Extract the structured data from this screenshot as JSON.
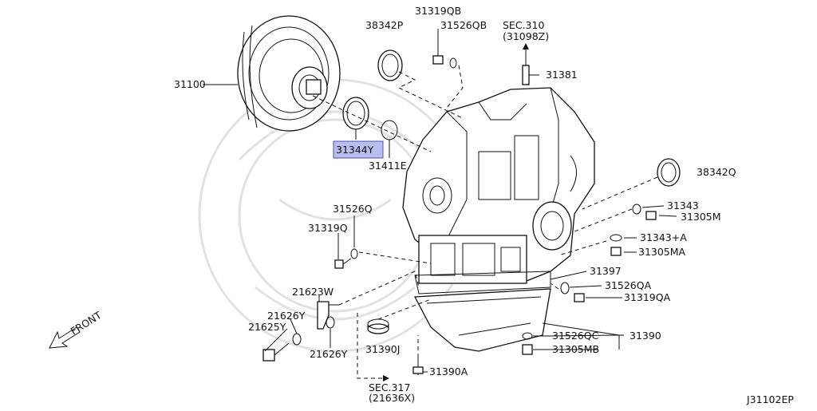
{
  "diagram_id": "J31102EP",
  "front_label": "FRONT",
  "highlight_color": "#b8bef0",
  "labels": {
    "p31100": "31100",
    "p38342P": "38342P",
    "p31319QB": "31319QB",
    "p31526QB": "31526QB",
    "sec310": "SEC.310",
    "sec310_sub": "(31098Z)",
    "p31381": "31381",
    "p31344Y": "31344Y",
    "p31411E": "31411E",
    "p38342Q": "38342Q",
    "p31343": "31343",
    "p31305M": "31305M",
    "p31526Q": "31526Q",
    "p31319Q": "31319Q",
    "p31343A": "31343+A",
    "p31305MA": "31305MA",
    "p31397": "31397",
    "p21623W": "21623W",
    "p31526QA": "31526QA",
    "p31319QA": "31319QA",
    "p21626Y_a": "21626Y",
    "p21625Y": "21625Y",
    "p21626Y_b": "21626Y",
    "p31390J": "31390J",
    "p31526QC": "31526QC",
    "p31390": "31390",
    "p31305MB": "31305MB",
    "p31390A": "31390A",
    "sec317": "SEC.317",
    "sec317_sub": "(21636X)"
  }
}
